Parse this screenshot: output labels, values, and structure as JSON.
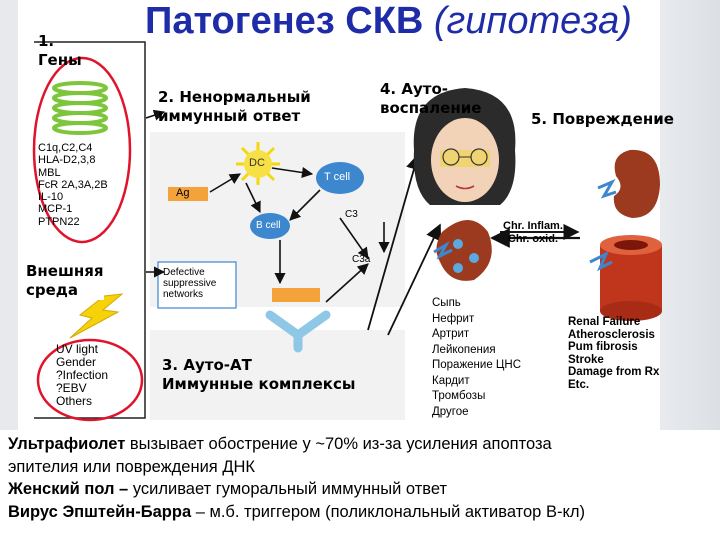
{
  "title": {
    "bold": "Патогенез СКВ",
    "italic": "(гипотеза)"
  },
  "genes": {
    "label_line1": "1.",
    "label_line2": "Гены",
    "list": [
      "C1q,C2,C4",
      "HLA-D2,3,8",
      "MBL",
      "FcR 2A,3A,2B",
      "IL-10",
      "MCP-1",
      "PTPN22"
    ]
  },
  "environment": {
    "label_line1": "Внешняя",
    "label_line2": "среда",
    "list": [
      "UV light",
      "Gender",
      "?Infection",
      "?EBV",
      "Others"
    ]
  },
  "stage2": {
    "line1": "2. Ненормальный",
    "line2": "иммунный ответ"
  },
  "stage3": {
    "line1": "3. Ауто-АТ",
    "line2": "Иммунные комплексы"
  },
  "stage4": {
    "line1": "4. Ауто-",
    "line2": "воспаление"
  },
  "stage5": {
    "label": "5. Повреждение"
  },
  "immune": {
    "dc": "DC",
    "ag": "Ag",
    "tcell": "T cell",
    "bcell": "B cell",
    "c3": "C3",
    "c3a": "C3a",
    "defective_line1": "Defective",
    "defective_line2": "suppressive",
    "defective_line3": "networks"
  },
  "chr": {
    "line1": "Chr. Inflam.",
    "line2": "Chr. oxid."
  },
  "symptoms": [
    "Сыпь",
    "Нефрит",
    "Артрит",
    "Лейкопения",
    "Поражение ЦНС",
    "Кардит",
    "Тромбозы",
    "Другое"
  ],
  "damage_list": [
    "Renal Failure",
    "Atherosclerosis",
    "Pum fibrosis",
    "Stroke",
    "Damage from Rx",
    "Etc."
  ],
  "bottom": {
    "line1_bold": "Ультрафиолет",
    "line1_rest": " вызывает обострение у ~70% из-за  усиления апоптоза",
    "line2": "эпителия или повреждения ДНК",
    "line3_bold": "Женский пол – ",
    "line3_rest": "усиливает гуморальный иммунный ответ",
    "line4_bold": "Вирус Эпштейн-Барра",
    "line4_rest": " – м.б. триггером (поликлональный активатор В-кл)"
  },
  "colors": {
    "title": "#1e2ca8",
    "dna": "#7dc53b",
    "circle": "#e0132b",
    "dc_sun": "#f4d80a",
    "tcell": "#3d87cf",
    "bcell": "#3d87cf",
    "antibody": "#8fc7e6",
    "kidney": "#9b3a1f",
    "vessel": "#c0361c"
  }
}
